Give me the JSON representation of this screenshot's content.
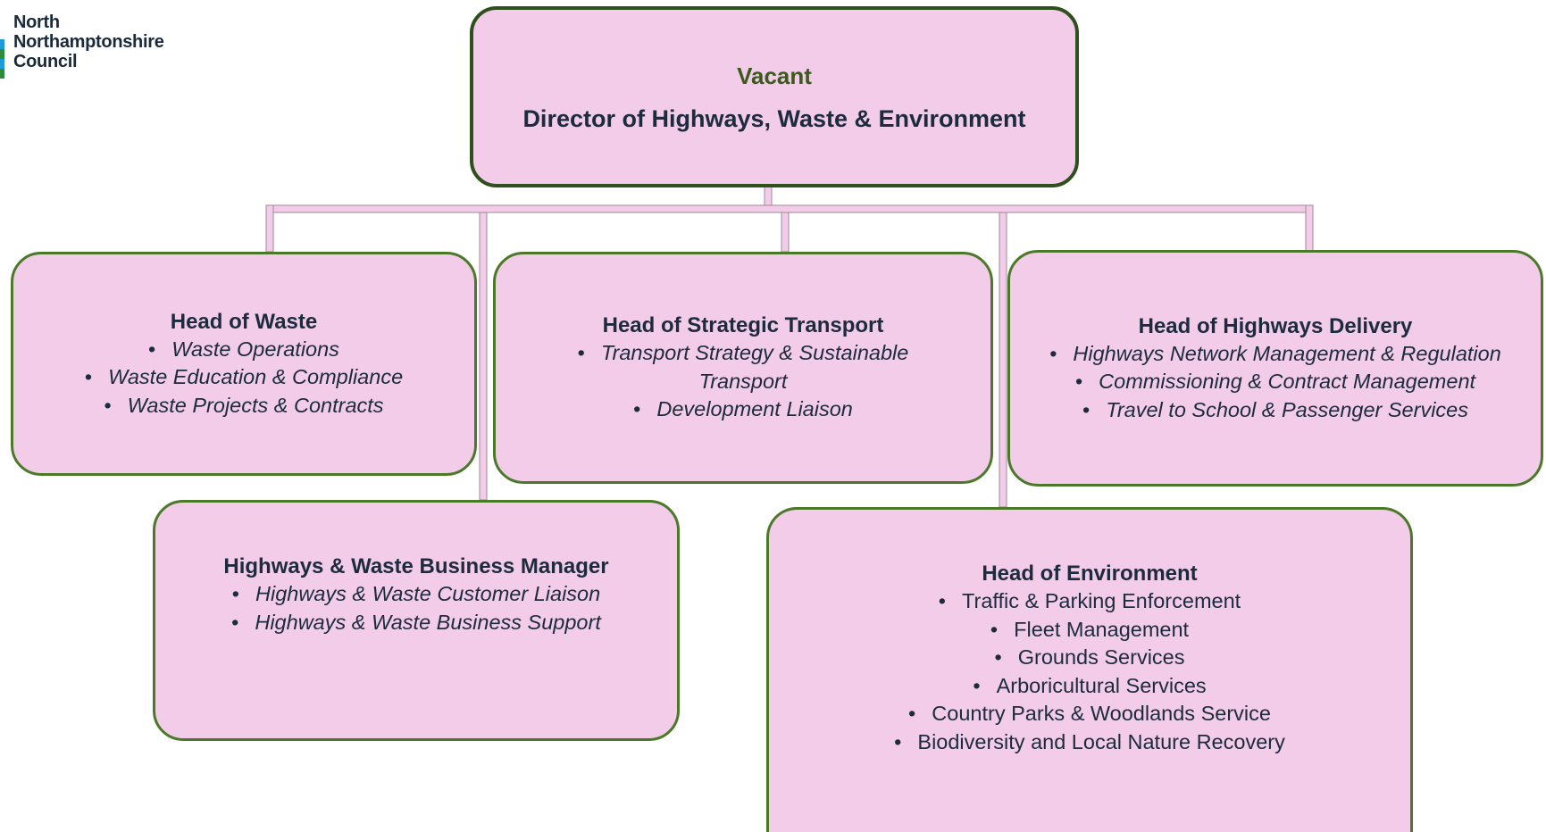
{
  "logo": {
    "lines": [
      "North",
      "Northamptonshire",
      "Council"
    ],
    "colors": [
      "#1f9bd7",
      "#2a8c3c",
      "#7a1f3d"
    ]
  },
  "colors": {
    "box_fill": "#f2cce8",
    "box_border": "#4a7a28",
    "top_border": "#2f4f1c",
    "connector": "#d9a9cc",
    "text": "#1c2b3d",
    "vacant": "#3a5a1c"
  },
  "director": {
    "status": "Vacant",
    "title": "Director of Highways, Waste & Environment"
  },
  "waste": {
    "title": "Head of Waste",
    "items": [
      "Waste Operations",
      "Waste Education & Compliance",
      "Waste Projects & Contracts"
    ]
  },
  "transport": {
    "title": "Head of Strategic Transport",
    "items": [
      "Transport Strategy & Sustainable Transport",
      "Development Liaison"
    ]
  },
  "highways": {
    "title": "Head of Highways Delivery",
    "items": [
      "Highways Network Management & Regulation",
      "Commissioning & Contract Management",
      "Travel to School & Passenger Services"
    ]
  },
  "business": {
    "title": "Highways & Waste Business Manager",
    "items": [
      "Highways & Waste Customer Liaison",
      "Highways & Waste Business Support"
    ]
  },
  "environment": {
    "title": "Head of Environment",
    "items": [
      "Traffic & Parking Enforcement",
      "Fleet Management",
      "Grounds Services",
      "Arboricultural Services",
      "Country Parks & Woodlands Service",
      "Biodiversity and Local Nature Recovery"
    ]
  }
}
